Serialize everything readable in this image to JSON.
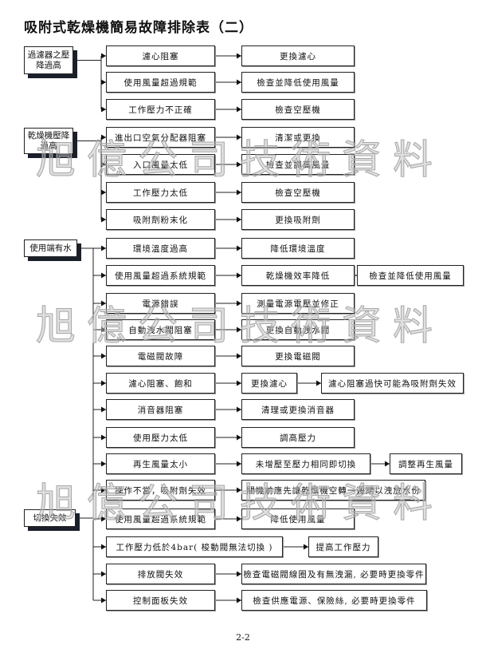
{
  "title": "吸附式乾燥機簡易故障排除表（二）",
  "watermark": "旭億公司技術資料",
  "page_number": "2-2",
  "sections": [
    {
      "label": "過濾器之壓降過高",
      "rows": [
        [
          "濾心阻塞",
          "更換濾心"
        ],
        [
          "使用風量超過規範",
          "檢查並降低使用風量"
        ],
        [
          "工作壓力不正確",
          "檢查空壓機"
        ]
      ]
    },
    {
      "label": "乾燥機壓降過高",
      "rows": [
        [
          "進出口空氣分配器阻塞",
          "清潔或更換"
        ],
        [
          "入口風量太低",
          "檢查並調高風量"
        ],
        [
          "工作壓力太低",
          "檢查空壓機"
        ],
        [
          "吸附劑粉末化",
          "更換吸附劑"
        ]
      ]
    },
    {
      "label": "使用端有水",
      "rows": [
        [
          "環境溫度過高",
          "降低環境溫度"
        ],
        [
          "使用風量超過系統規範",
          "乾燥機效率降低",
          "檢查並降低使用風量"
        ],
        [
          "電源錯誤",
          "測量電源電壓並修正"
        ],
        [
          "自動洩水閥阻塞",
          "更換自動洩水閥"
        ],
        [
          "電磁閥故障",
          "更換電磁閥"
        ],
        [
          "濾心阻塞、飽和",
          "更換濾心",
          "濾心阻塞過快可能為吸附劑失效"
        ],
        [
          "消音器阻塞",
          "清理或更換消音器"
        ],
        [
          "使用壓力太低",
          "調高壓力"
        ],
        [
          "再生風量太小",
          "未增壓至壓力相同即切換",
          "調整再生風量"
        ],
        [
          "操作不當，吸附劑失效",
          "關機前應先讓乾燥機空轉一週期以洩放水份"
        ]
      ]
    },
    {
      "label": "切換失效",
      "rows": [
        [
          "使用風量超過系統規範",
          "降低使用風量"
        ],
        [
          "工作壓力低於4bar( 梭動閥無法切換 )",
          "提高工作壓力"
        ],
        [
          "排放閥失效",
          "檢查電磁閥線圈及有無洩漏, 必要時更換零件"
        ],
        [
          "控制面板失效",
          "檢查供應電源、保險絲, 必要時更換零件"
        ]
      ]
    }
  ]
}
